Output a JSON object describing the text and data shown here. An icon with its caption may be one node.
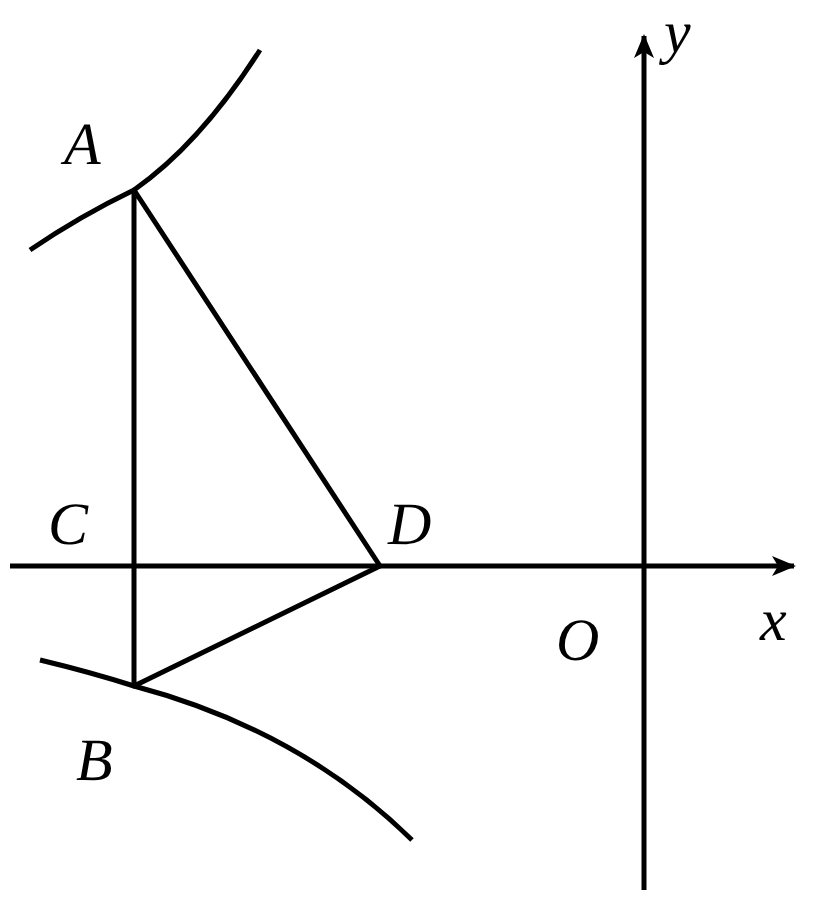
{
  "diagram": {
    "labels": [
      "y",
      "A",
      "C",
      "D",
      "x",
      "O",
      "B"
    ]
  }
}
